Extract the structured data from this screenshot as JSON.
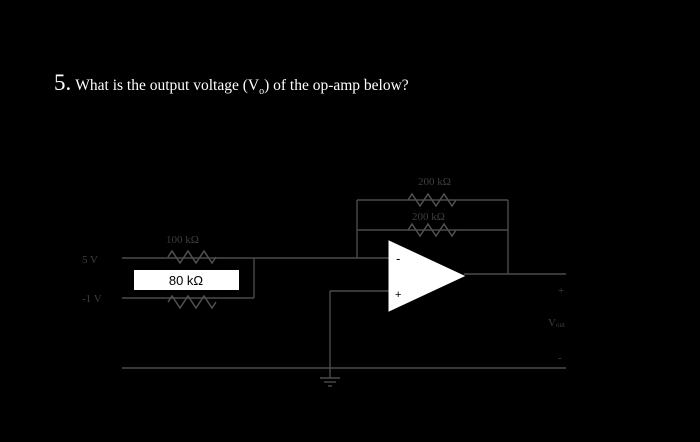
{
  "question": {
    "number": "5.",
    "text_before": "What is the output voltage (V",
    "subscript": "o",
    "text_after": ") of the op-amp below?"
  },
  "circuit": {
    "input_1": "5 V",
    "input_2": "-1 V",
    "r_input_top": "100 kΩ",
    "r_input_bottom": "80 kΩ",
    "r_feedback_top": "200 kΩ",
    "r_feedback_bottom": "200 kΩ",
    "opamp_inverting": "-",
    "opamp_noninverting": "+",
    "output_label": "V",
    "output_label_sub": "out",
    "output_plus": "+",
    "output_minus": "-"
  },
  "colors": {
    "background": "#000000",
    "text": "#ffffff",
    "faded_text": "#3e3e3e",
    "wire": "#4a4a4a"
  }
}
